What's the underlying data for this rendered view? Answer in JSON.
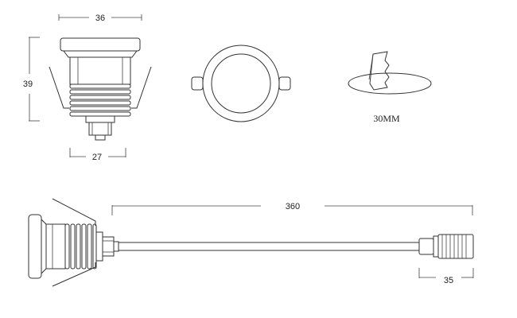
{
  "dimensions": {
    "top_width": "36",
    "height": "39",
    "base_width": "27",
    "cable_length": "360",
    "connector_length": "35"
  },
  "cutout_label": "30MM"
}
